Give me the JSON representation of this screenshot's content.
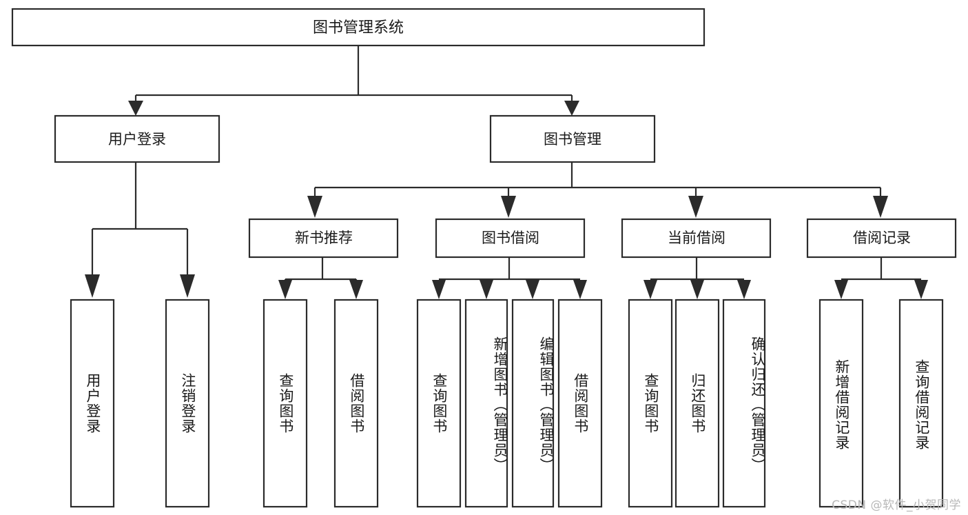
{
  "diagram": {
    "title": "图书管理系统",
    "type": "tree",
    "root": {
      "label": "图书管理系统"
    },
    "level2": [
      {
        "id": "user-login",
        "label": "用户登录"
      },
      {
        "id": "book-manage",
        "label": "图书管理"
      }
    ],
    "level3": [
      {
        "id": "new-book-recommend",
        "label": "新书推荐",
        "parent": "book-manage"
      },
      {
        "id": "book-borrow",
        "label": "图书借阅",
        "parent": "book-manage"
      },
      {
        "id": "current-borrow",
        "label": "当前借阅",
        "parent": "book-manage"
      },
      {
        "id": "borrow-record",
        "label": "借阅记录",
        "parent": "book-manage"
      }
    ],
    "leaves": [
      {
        "id": "leaf-user-login",
        "label": "用户登录",
        "parent": "user-login"
      },
      {
        "id": "leaf-user-logout",
        "label": "注销登录",
        "parent": "user-login"
      },
      {
        "id": "leaf-query-book-1",
        "label": "查询图书",
        "parent": "new-book-recommend"
      },
      {
        "id": "leaf-borrow-book-1",
        "label": "借阅图书",
        "parent": "new-book-recommend"
      },
      {
        "id": "leaf-query-book-2",
        "label": "查询图书",
        "parent": "book-borrow"
      },
      {
        "id": "leaf-add-book",
        "label": "新增图书（管理员）",
        "parent": "book-borrow"
      },
      {
        "id": "leaf-edit-book",
        "label": "编辑图书（管理员）",
        "parent": "book-borrow"
      },
      {
        "id": "leaf-borrow-book-2",
        "label": "借阅图书",
        "parent": "book-borrow"
      },
      {
        "id": "leaf-query-book-3",
        "label": "查询图书",
        "parent": "current-borrow"
      },
      {
        "id": "leaf-return-book",
        "label": "归还图书",
        "parent": "current-borrow"
      },
      {
        "id": "leaf-confirm-return",
        "label": "确认归还（管理员）",
        "parent": "current-borrow"
      },
      {
        "id": "leaf-add-record",
        "label": "新增借阅记录",
        "parent": "borrow-record"
      },
      {
        "id": "leaf-query-record",
        "label": "查询借阅记录",
        "parent": "borrow-record"
      }
    ]
  },
  "watermark": {
    "text": "CSDN @软件_小贺同学"
  },
  "colors": {
    "stroke": "#2b2b2b",
    "fill": "#ffffff",
    "text": "#1a1a1a",
    "watermark": "#b8b8b8"
  }
}
